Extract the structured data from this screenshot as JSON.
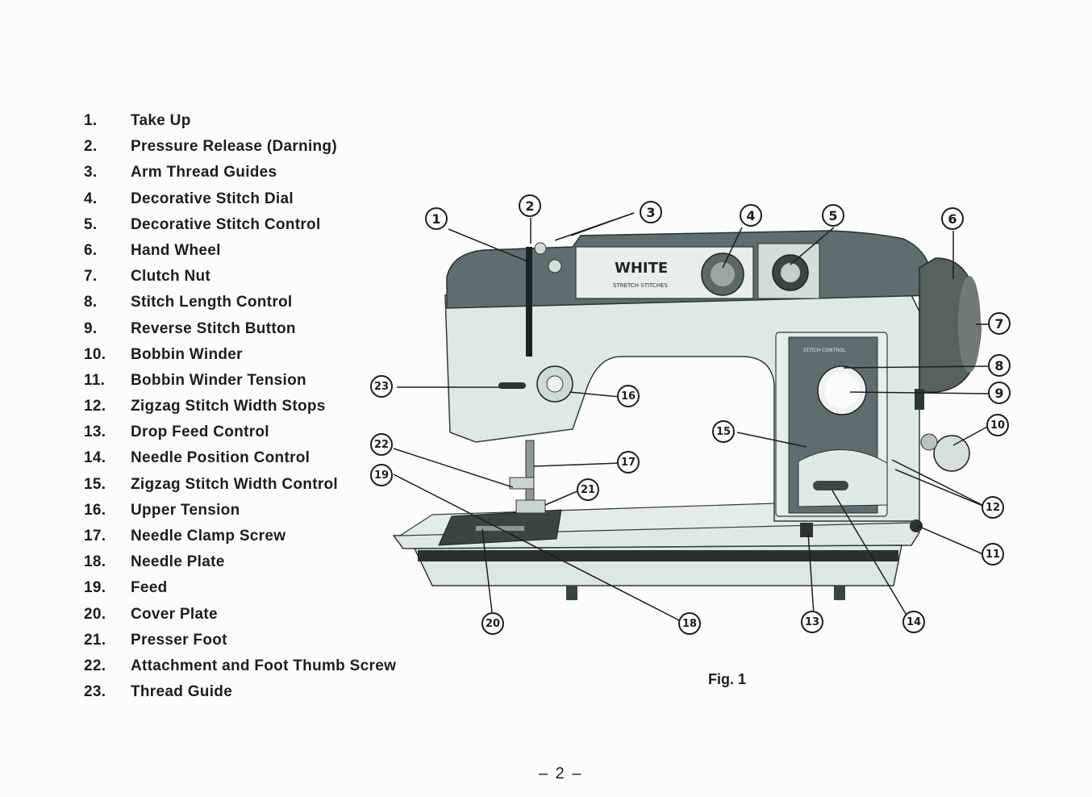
{
  "parts": [
    {
      "num": "1.",
      "label": "Take Up"
    },
    {
      "num": "2.",
      "label": "Pressure Release (Darning)"
    },
    {
      "num": "3.",
      "label": "Arm Thread Guides"
    },
    {
      "num": "4.",
      "label": "Decorative Stitch Dial"
    },
    {
      "num": "5.",
      "label": "Decorative Stitch Control"
    },
    {
      "num": "6.",
      "label": "Hand Wheel"
    },
    {
      "num": "7.",
      "label": "Clutch Nut"
    },
    {
      "num": "8.",
      "label": "Stitch Length Control"
    },
    {
      "num": "9.",
      "label": "Reverse Stitch Button"
    },
    {
      "num": "10.",
      "label": "Bobbin Winder"
    },
    {
      "num": "11.",
      "label": "Bobbin Winder Tension"
    },
    {
      "num": "12.",
      "label": "Zigzag Stitch Width Stops"
    },
    {
      "num": "13.",
      "label": "Drop Feed Control"
    },
    {
      "num": "14.",
      "label": "Needle Position Control"
    },
    {
      "num": "15.",
      "label": "Zigzag Stitch Width Control"
    },
    {
      "num": "16.",
      "label": "Upper Tension"
    },
    {
      "num": "17.",
      "label": "Needle Clamp Screw"
    },
    {
      "num": "18.",
      "label": "Needle Plate"
    },
    {
      "num": "19.",
      "label": "Feed"
    },
    {
      "num": "20.",
      "label": "Cover Plate"
    },
    {
      "num": "21.",
      "label": "Presser Foot"
    },
    {
      "num": "22.",
      "label": "Attachment and Foot Thumb Screw"
    },
    {
      "num": "23.",
      "label": "Thread Guide"
    }
  ],
  "machine_brand": "WHITE",
  "machine_subtitle": "STRETCH STITCHES",
  "panel_label": "STITCH CONTROL",
  "callouts": [
    "1",
    "2",
    "3",
    "4",
    "5",
    "6",
    "7",
    "8",
    "9",
    "10",
    "11",
    "12",
    "13",
    "14",
    "15",
    "16",
    "17",
    "18",
    "19",
    "20",
    "21",
    "22",
    "23"
  ],
  "figure_caption": "Fig. 1",
  "page_number": "– 2 –",
  "colors": {
    "body_light": "#dde8e2",
    "body_dark": "#5d6d6b",
    "ink": "#1a1f1d"
  }
}
